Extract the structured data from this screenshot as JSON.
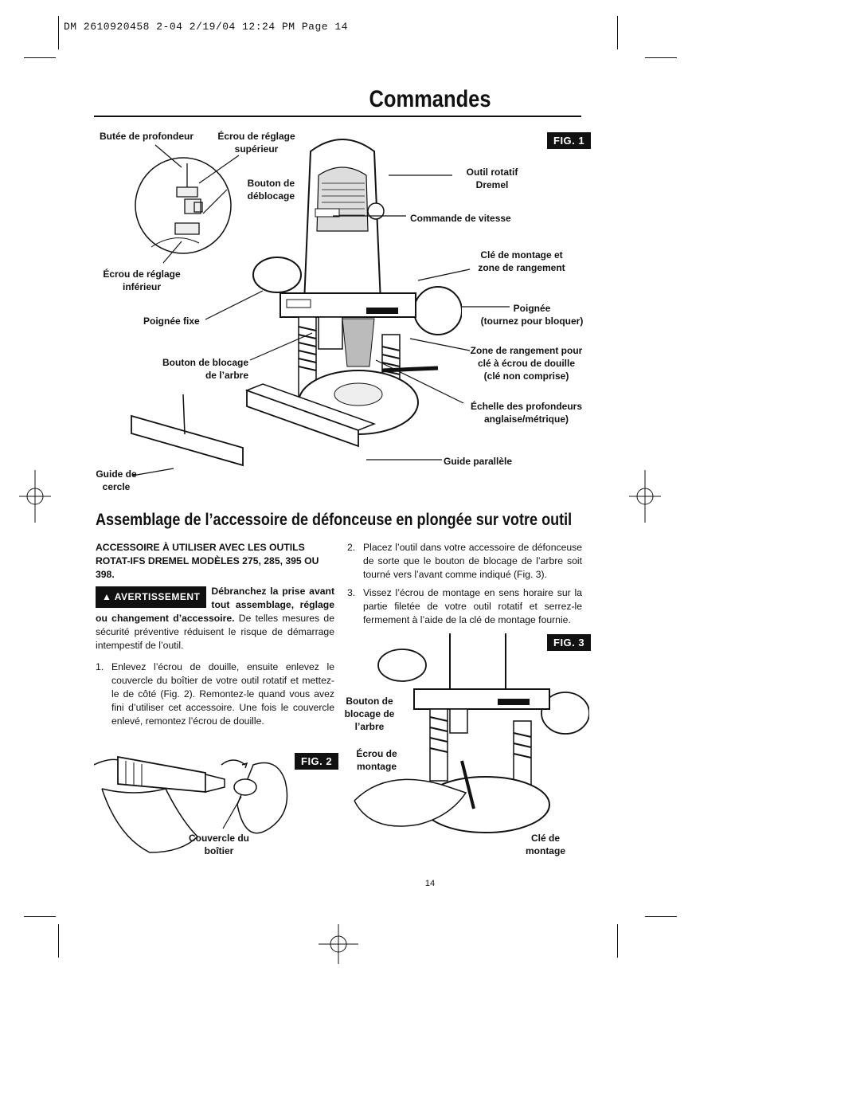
{
  "header": {
    "print_line": "DM 2610920458 2-04  2/19/04  12:24 PM  Page 14"
  },
  "title": "Commandes",
  "fig1": {
    "badge": "FIG. 1",
    "labels": {
      "butee": "Butée de profondeur",
      "ecrou_sup_1": "Écrou de réglage",
      "ecrou_sup_2": "supérieur",
      "bouton_debloc_1": "Bouton de",
      "bouton_debloc_2": "déblocage",
      "ecrou_inf_1": "Écrou de réglage",
      "ecrou_inf_2": "inférieur",
      "poignee_fixe": "Poignée fixe",
      "bouton_blocage_1": "Bouton de blocage",
      "bouton_blocage_2": "de l’arbre",
      "guide_cercle_1": "Guide de",
      "guide_cercle_2": "cercle",
      "outil_1": "Outil rotatif",
      "outil_2": "Dremel",
      "commande_vitesse": "Commande de vitesse",
      "cle_montage_1": "Clé de montage et",
      "cle_montage_2": "zone de rangement",
      "poignee_1": "Poignée",
      "poignee_2": "(tournez pour bloquer)",
      "zone_1": "Zone de rangement pour",
      "zone_2": "clé à écrou de douille",
      "zone_3": "(clé non comprise)",
      "echelle_1": "Échelle des profondeurs",
      "echelle_2": "anglaise/métrique)",
      "guide_parallele": "Guide parallèle"
    }
  },
  "section_title": "Assemblage de l’accessoire de défonceuse en plongée sur votre outil",
  "left_col": {
    "intro": "ACCESSOIRE À UTILISER AVEC LES OUTILS ROTAT-IFS DREMEL MODÈLES 275, 285, 395 OU 398.",
    "warning_label": "AVERTISSEMENT",
    "warning_bold": "Débranchez la prise avant tout assemblage, réglage ou changement d’accessoire.",
    "warning_text": "De telles mesures de sécurité préventive réduisent le risque de démarrage intempestif de l’outil.",
    "steps": [
      {
        "n": "1.",
        "text": "Enlevez l’écrou de douille, ensuite enlevez le couvercle du boîtier de votre outil rotatif et mettez-le de côté (Fig. 2). Remontez-le quand vous avez fini d’utiliser cet accessoire. Une fois le couvercle enlevé, remontez l’écrou de douille."
      }
    ]
  },
  "right_col": {
    "steps": [
      {
        "n": "2.",
        "text": "Placez l’outil dans votre accessoire de défonceuse de sorte que le bouton de blocage de l’arbre soit tourné vers l’avant comme indiqué (Fig. 3)."
      },
      {
        "n": "3.",
        "text": "Vissez l’écrou de montage en sens horaire sur la partie filetée de votre outil rotatif et serrez-le fermement à l’aide de la clé de montage fournie."
      }
    ]
  },
  "fig2": {
    "badge": "FIG. 2",
    "label_1": "Couvercle du",
    "label_2": "boîtier"
  },
  "fig3": {
    "badge": "FIG. 3",
    "bouton_1": "Bouton de",
    "bouton_2": "blocage de",
    "bouton_3": "l’arbre",
    "ecrou_1": "Écrou de",
    "ecrou_2": "montage",
    "cle_1": "Clé de",
    "cle_2": "montage"
  },
  "page_number": "14"
}
